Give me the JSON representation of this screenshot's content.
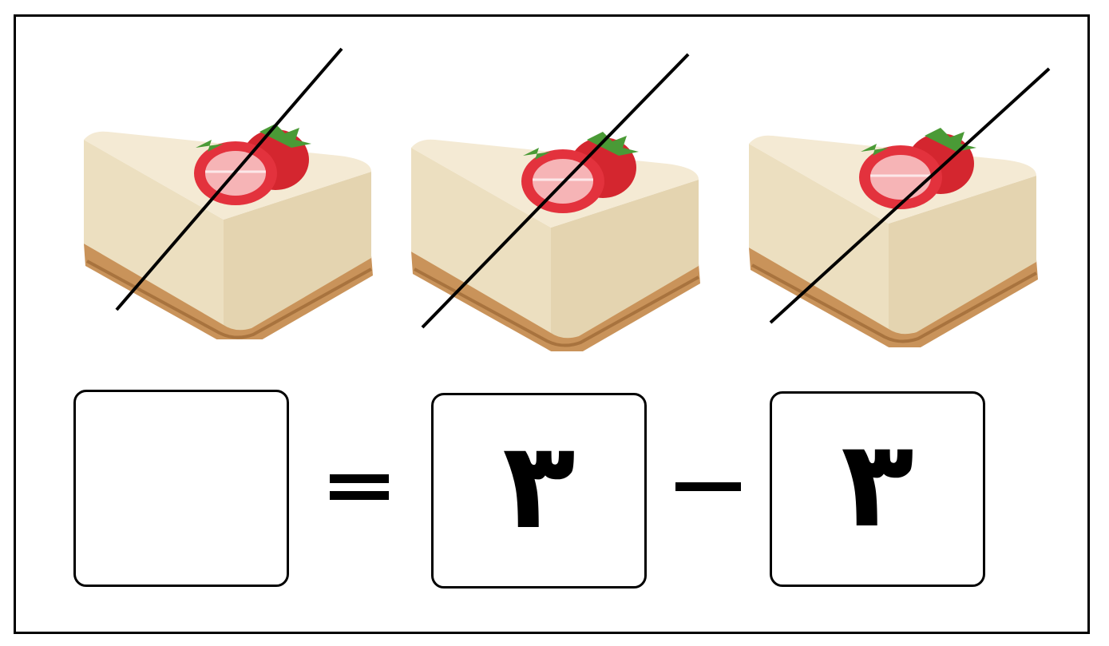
{
  "colors": {
    "cake_top": "#f4ead4",
    "cake_side": "#ecdfc0",
    "crust": "#c9935a",
    "strawberry": "#e3323d",
    "strawberry_light": "#f6b4b6",
    "leaf": "#4a9a36",
    "cross_line": "#000000"
  },
  "cakes": [
    {
      "name": "cheesecake-slice-1",
      "crossed_out": true
    },
    {
      "name": "cheesecake-slice-2",
      "crossed_out": true
    },
    {
      "name": "cheesecake-slice-3",
      "crossed_out": true
    }
  ],
  "equation": {
    "result": "",
    "operand_left": "٣",
    "operand_right": "٣",
    "equals_icon": "equals-sign-icon",
    "minus_icon": "minus-sign-icon"
  }
}
